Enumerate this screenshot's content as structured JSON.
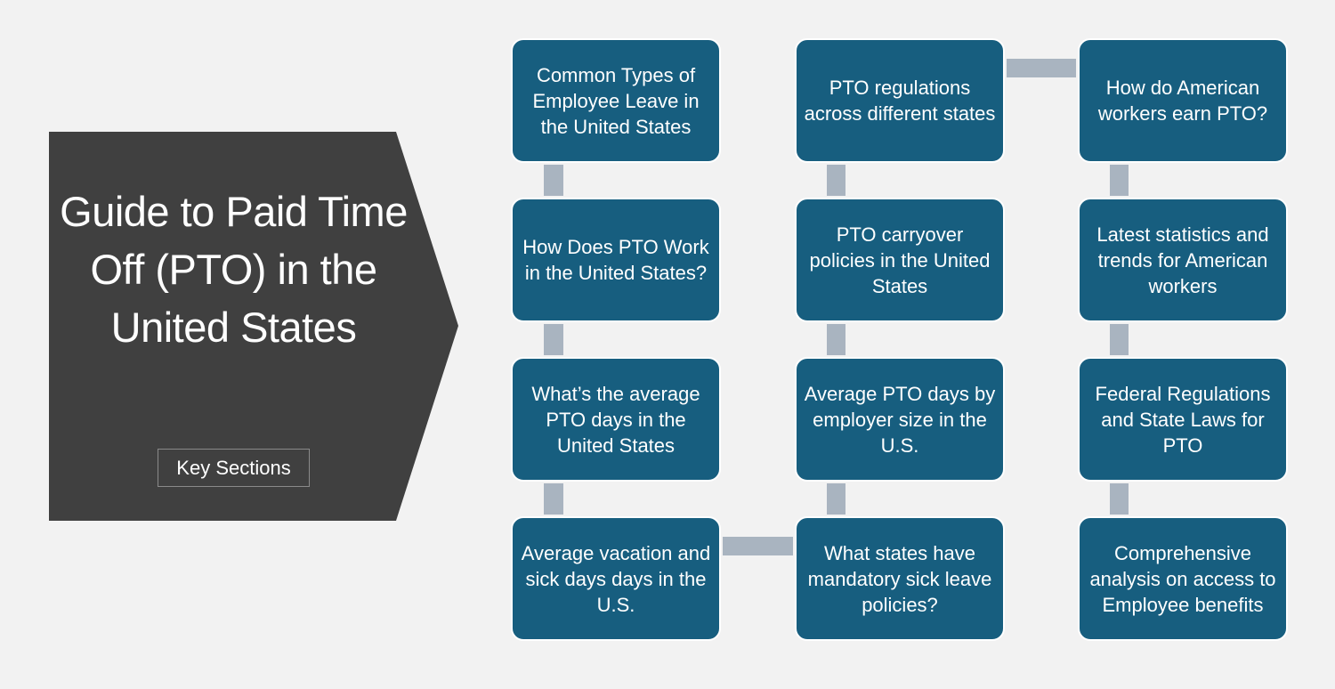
{
  "title": "Guide to Paid Time Off (PTO) in the United States",
  "key_sections_label": "Key Sections",
  "colors": {
    "background": "#f2f2f2",
    "title_shape": "#404040",
    "box_fill": "#175e7f",
    "box_border": "#ffffff",
    "connector": "#a9b4c0",
    "text": "#ffffff"
  },
  "sections": [
    {
      "label": "Common Types of Employee Leave in the United States"
    },
    {
      "label": "How Does PTO Work in the United States?"
    },
    {
      "label": "What’s the average PTO days in the United States"
    },
    {
      "label": "Average vacation and sick days days in the U.S."
    },
    {
      "label": "What states have mandatory sick leave policies?"
    },
    {
      "label": "Average PTO days by employer size in the U.S."
    },
    {
      "label": "PTO carryover policies in the United States"
    },
    {
      "label": "PTO regulations across different states"
    },
    {
      "label": "How do American workers earn PTO?"
    },
    {
      "label": "Latest statistics and trends for American workers"
    },
    {
      "label": "Federal Regulations and State Laws for PTO"
    },
    {
      "label": "Comprehensive analysis on access to Employee benefits"
    }
  ]
}
